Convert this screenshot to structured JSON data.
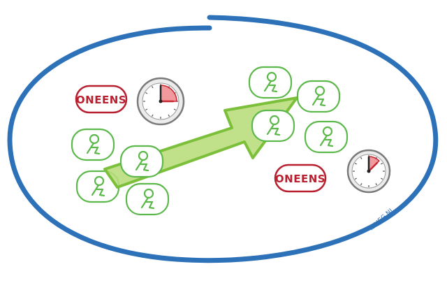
{
  "diagram": {
    "labels": {
      "left_badge": "ONEENS",
      "right_badge": "ONEENS"
    },
    "watermark": "IDHEG.NL",
    "colors": {
      "ellipse": "#2d72b8",
      "badge_red": "#b81f2f",
      "person_green": "#5cb84a",
      "arrow_fill": "#b8dc7a",
      "arrow_stroke": "#7cbf3a",
      "clock_red": "#e8454f"
    },
    "clocks": [
      {
        "name": "clock-left",
        "elapsed_fraction": 0.25
      },
      {
        "name": "clock-right",
        "elapsed_fraction": 0.125
      }
    ],
    "icons": {
      "person": "person-icon",
      "clock": "clock-icon",
      "arrow": "arrow-icon"
    }
  }
}
